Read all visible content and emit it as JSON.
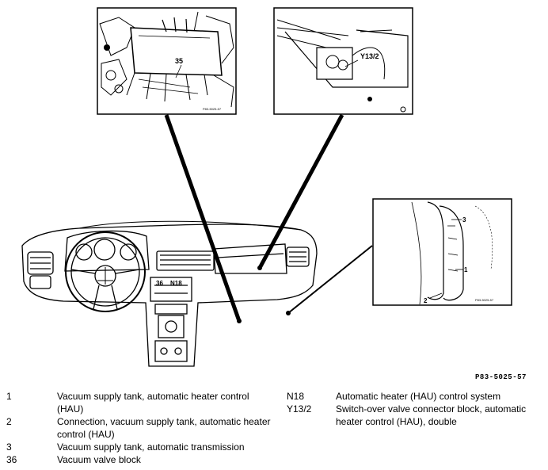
{
  "figure_id": "P83-5025-57",
  "callouts": {
    "inset1_label": "35",
    "inset1_code": "P83-5025-57",
    "inset2_label": "Y13/2",
    "inset3_label_3": "3",
    "inset3_label_1": "1",
    "inset3_label_2": "2",
    "inset3_code": "P83-5025-57",
    "dash_n18": "N18",
    "dash_36": "36"
  },
  "legend_left": [
    {
      "code": "1",
      "desc": "Vacuum supply tank, automatic heater control (HAU)"
    },
    {
      "code": "2",
      "desc": "Connection, vacuum supply tank, automatic heater control (HAU)"
    },
    {
      "code": "3",
      "desc": "Vacuum supply tank, automatic transmission"
    },
    {
      "code": "36",
      "desc": "Vacuum valve block"
    }
  ],
  "legend_right": [
    {
      "code": "N18",
      "desc": "Automatic heater (HAU) control system"
    },
    {
      "code": "Y13/2",
      "desc": "Switch-over valve connector block, automatic heater control (HAU), double"
    }
  ]
}
